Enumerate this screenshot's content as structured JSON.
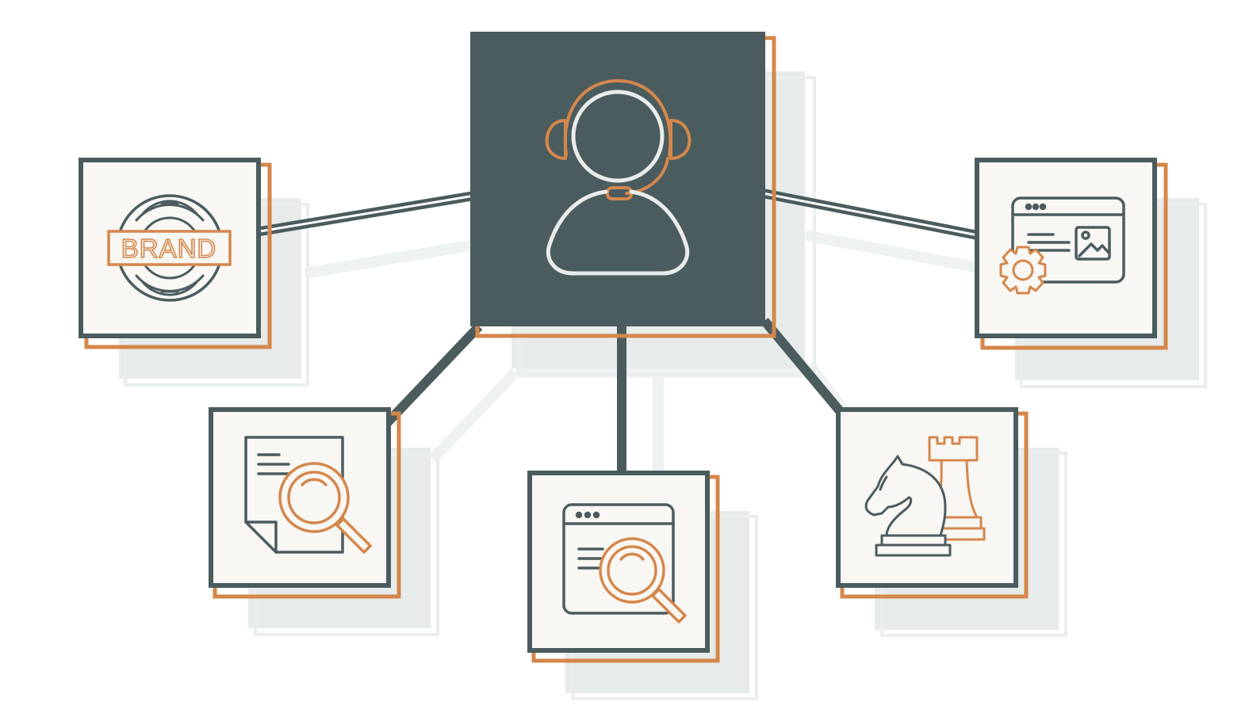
{
  "colors": {
    "background": "#ffffff",
    "dark": "#4b5c5e",
    "orange": "#d4874b",
    "card_fill": "#f8f7f4",
    "shadow": "#e6ebea",
    "shadow_outline": "#eaeeee",
    "light_stroke": "#e8e8e8"
  },
  "center_node": {
    "icon": "headset-agent-icon"
  },
  "nodes": [
    {
      "id": "brand",
      "icon": "brand-stamp-icon",
      "label": "BRAND"
    },
    {
      "id": "web-settings",
      "icon": "browser-settings-gear-icon"
    },
    {
      "id": "document-search",
      "icon": "document-magnifier-icon"
    },
    {
      "id": "web-search",
      "icon": "browser-magnifier-icon"
    },
    {
      "id": "strategy",
      "icon": "chess-knight-rook-icon"
    }
  ]
}
